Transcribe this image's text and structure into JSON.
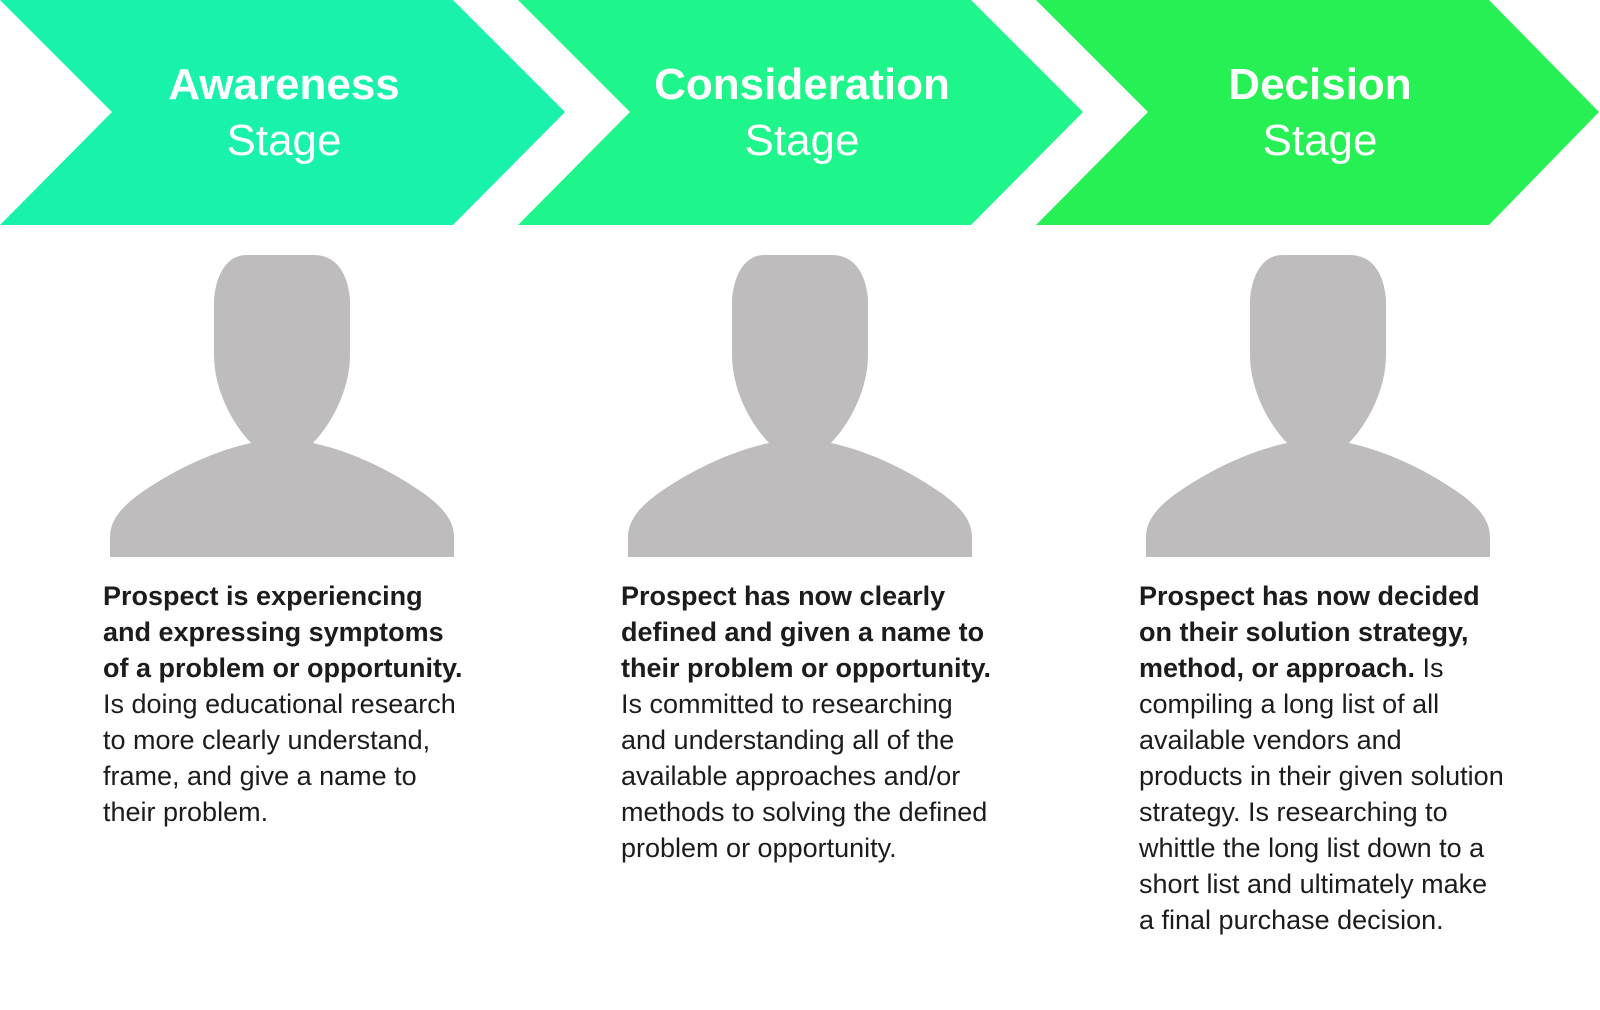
{
  "colors": {
    "stage_1": "#18f2ad",
    "stage_2": "#1ef58a",
    "stage_3": "#27f055",
    "silhouette": "#bebcbc",
    "text": "#1c1c1c"
  },
  "stages": [
    {
      "title": "Awareness",
      "subtitle": "Stage",
      "icon": "person-silhouette-icon",
      "lead": "Prospect is experiencing and expressing symptoms of a problem or opportunity.",
      "body": " Is doing educational research to more clearly understand, frame, and give a name to their problem."
    },
    {
      "title": "Consideration",
      "subtitle": "Stage",
      "icon": "person-silhouette-icon",
      "lead": "Prospect has now clearly defined and given a name to their problem or opportunity.",
      "body": " Is committed to researching and understanding all of the available approaches and/or methods to solving the defined problem or opportunity."
    },
    {
      "title": "Decision",
      "subtitle": "Stage",
      "icon": "person-silhouette-icon",
      "lead": "Prospect has now decided on their solution strategy, method, or approach.",
      "body": " Is compiling a long list of all available vendors and products in their given solution strategy. Is researching to whittle the long list down to a short list and ultimately make a final purchase decision."
    }
  ]
}
